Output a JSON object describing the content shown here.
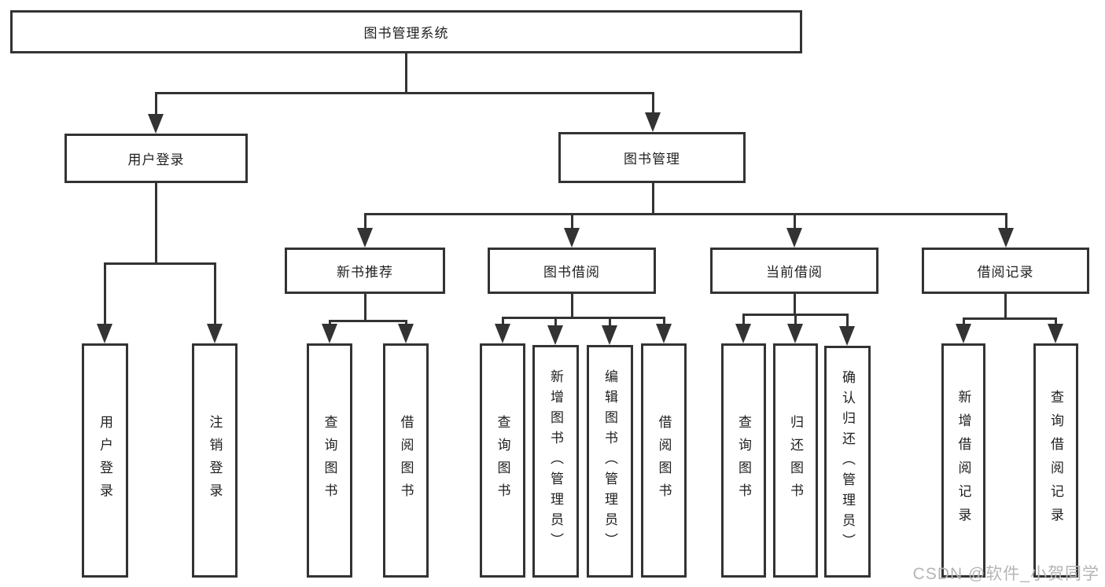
{
  "title": "图书管理系统",
  "watermark": "CSDN @软件_小贺同学",
  "colors": {
    "line": "#333333",
    "text": "#1f1f1f",
    "watermark": "#b5b5b5",
    "background": "#ffffff"
  },
  "tree": {
    "root": {
      "label": "图书管理系统"
    },
    "branches": [
      {
        "label": "用户登录",
        "children": [
          {
            "label": "用户登录"
          },
          {
            "label": "注销登录"
          }
        ]
      },
      {
        "label": "图书管理",
        "children": [
          {
            "label": "新书推荐",
            "children": [
              {
                "label": "查询图书"
              },
              {
                "label": "借阅图书"
              }
            ]
          },
          {
            "label": "图书借阅",
            "children": [
              {
                "label": "查询图书"
              },
              {
                "label": "新增图书（管理员）"
              },
              {
                "label": "编辑图书（管理员）"
              },
              {
                "label": "借阅图书"
              }
            ]
          },
          {
            "label": "当前借阅",
            "children": [
              {
                "label": "查询图书"
              },
              {
                "label": "归还图书"
              },
              {
                "label": "确认归还（管理员）"
              }
            ]
          },
          {
            "label": "借阅记录",
            "children": [
              {
                "label": "新增借阅记录"
              },
              {
                "label": "查询借阅记录"
              }
            ]
          }
        ]
      }
    ]
  }
}
